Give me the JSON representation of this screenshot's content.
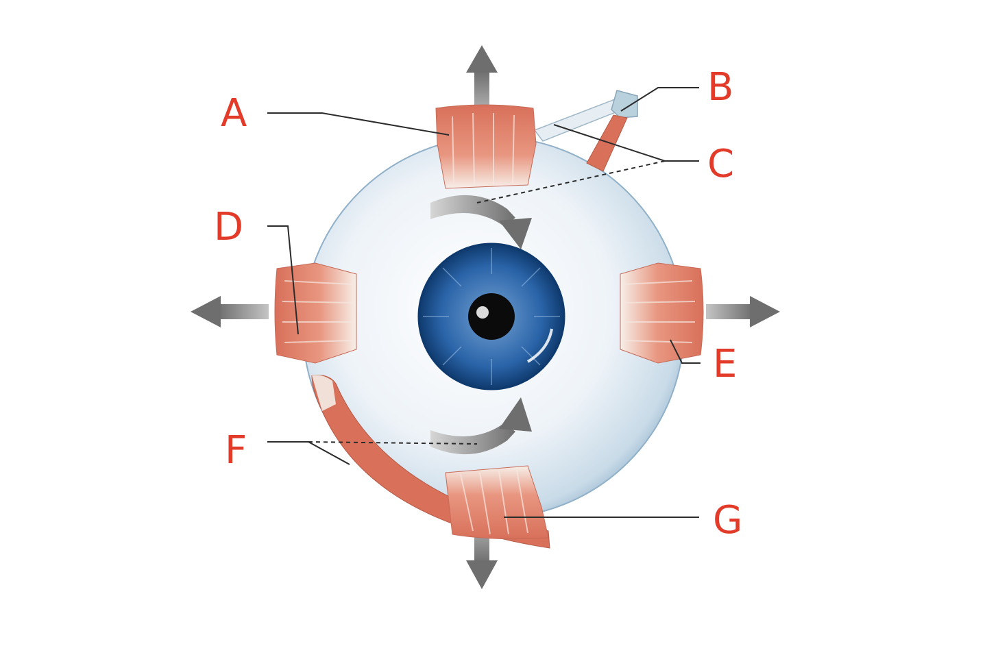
{
  "colors": {
    "label_text": "#e23b2a",
    "leader_line": "#2b2b2b",
    "sclera": "#eef3f8",
    "sclera_edge": "#9ab9d1",
    "muscle": "#d8705a",
    "muscle_light": "#f2b9a6",
    "tendon": "#f3ece6",
    "iris": "#2a64a8",
    "iris_dark": "#0f3a6e",
    "pupil": "#0b0b0b",
    "arrow": "#7d7d7d",
    "trochlea": "#b9d0dd"
  },
  "labels": {
    "A": "A",
    "B": "B",
    "C": "C",
    "D": "D",
    "E": "E",
    "F": "F",
    "G": "G"
  }
}
